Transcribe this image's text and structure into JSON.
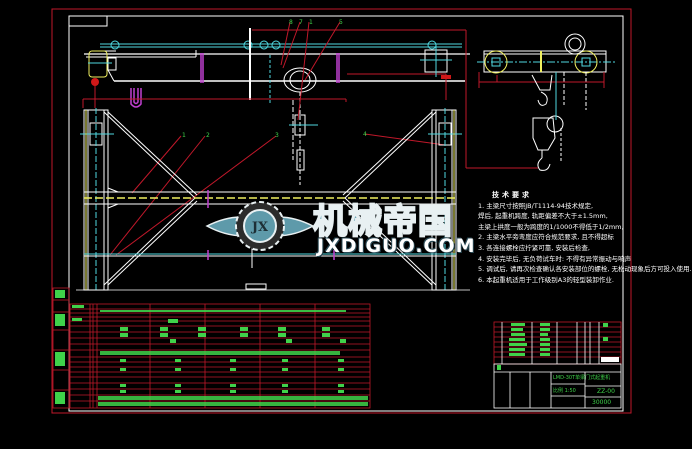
{
  "drawing": {
    "title": "Electric hoist single-girder gantry crane general assembly drawing",
    "background": "#000000",
    "colors": {
      "outer_border": "#c0182a",
      "inner_border": "#ffffff",
      "structure": "#ffffff",
      "centerline": "#4fd8e0",
      "dimension": "#c0182a",
      "leader_label": "#3fd24a",
      "highlight_yellow": "#f0f060",
      "section_magenta": "#c040d0",
      "table_text": "#3fd24a",
      "table_grid": "#c0182a"
    },
    "part_labels_top": [
      "8",
      "7",
      "1",
      "5"
    ],
    "part_labels_bottom": [
      "1",
      "2",
      "3",
      "4"
    ]
  },
  "watermark": {
    "chinese": "机械帝国",
    "latin": "JXDIGUO.COM",
    "emblem_text": "JX"
  },
  "tech_requirements": {
    "title": "技术要求",
    "items": [
      "1. 主梁尺寸按照JB/T1114-94技术规定,",
      "   焊后, 起重机跨度, 轨距偏差不大于±1.5mm,",
      "   主梁上拱度一般为跨度的1/1000不得低于1/2mm,",
      "2. 主梁水平旁弯度应符合规范要求, 且不得超标",
      "3. 各连接螺栓应拧紧可靠, 安装后检查,",
      "4. 安装完毕后, 无负荷试车时: 不得有异常振动与响声",
      "5. 调试后, 请再次检查确认各安装部位的螺栓, 无松动现象后方可投入使用.",
      "6. 本起重机适用于工作级别A3的轻型装卸作业."
    ]
  },
  "title_block": {
    "drawing_name": "LMD-30T单梁门式起重机",
    "scale_label": "比例 1:50",
    "code": "ZZ-00",
    "drawing_no": "30000"
  }
}
